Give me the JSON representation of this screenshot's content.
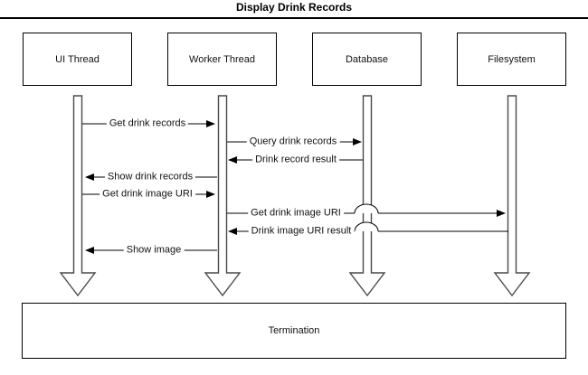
{
  "diagram": {
    "title": "Display Drink Records",
    "actors": [
      {
        "id": "ui-thread",
        "label": "UI Thread"
      },
      {
        "id": "worker-thread",
        "label": "Worker Thread"
      },
      {
        "id": "database",
        "label": "Database"
      },
      {
        "id": "filesystem",
        "label": "Filesystem"
      }
    ],
    "messages": [
      {
        "label": "Get drink records",
        "from": "UI Thread",
        "to": "Worker Thread",
        "direction": "right"
      },
      {
        "label": "Query drink records",
        "from": "Worker Thread",
        "to": "Database",
        "direction": "right"
      },
      {
        "label": "Drink record result",
        "from": "Database",
        "to": "Worker Thread",
        "direction": "left"
      },
      {
        "label": "Show drink records",
        "from": "Worker Thread",
        "to": "UI Thread",
        "direction": "left"
      },
      {
        "label": "Get drink image URI",
        "from": "UI Thread",
        "to": "Worker Thread",
        "direction": "right"
      },
      {
        "label": "Get drink image URI",
        "from": "Worker Thread",
        "to": "Filesystem",
        "direction": "right"
      },
      {
        "label": "Drink image URI result",
        "from": "Filesystem",
        "to": "Worker Thread",
        "direction": "left"
      },
      {
        "label": "Show image",
        "from": "Worker Thread",
        "to": "UI Thread",
        "direction": "left"
      }
    ],
    "termination_label": "Termination",
    "colors": {
      "background": "#ffffff",
      "line": "#000000",
      "lifeline_outline": "#4a4a4a",
      "text": "#111111"
    }
  }
}
